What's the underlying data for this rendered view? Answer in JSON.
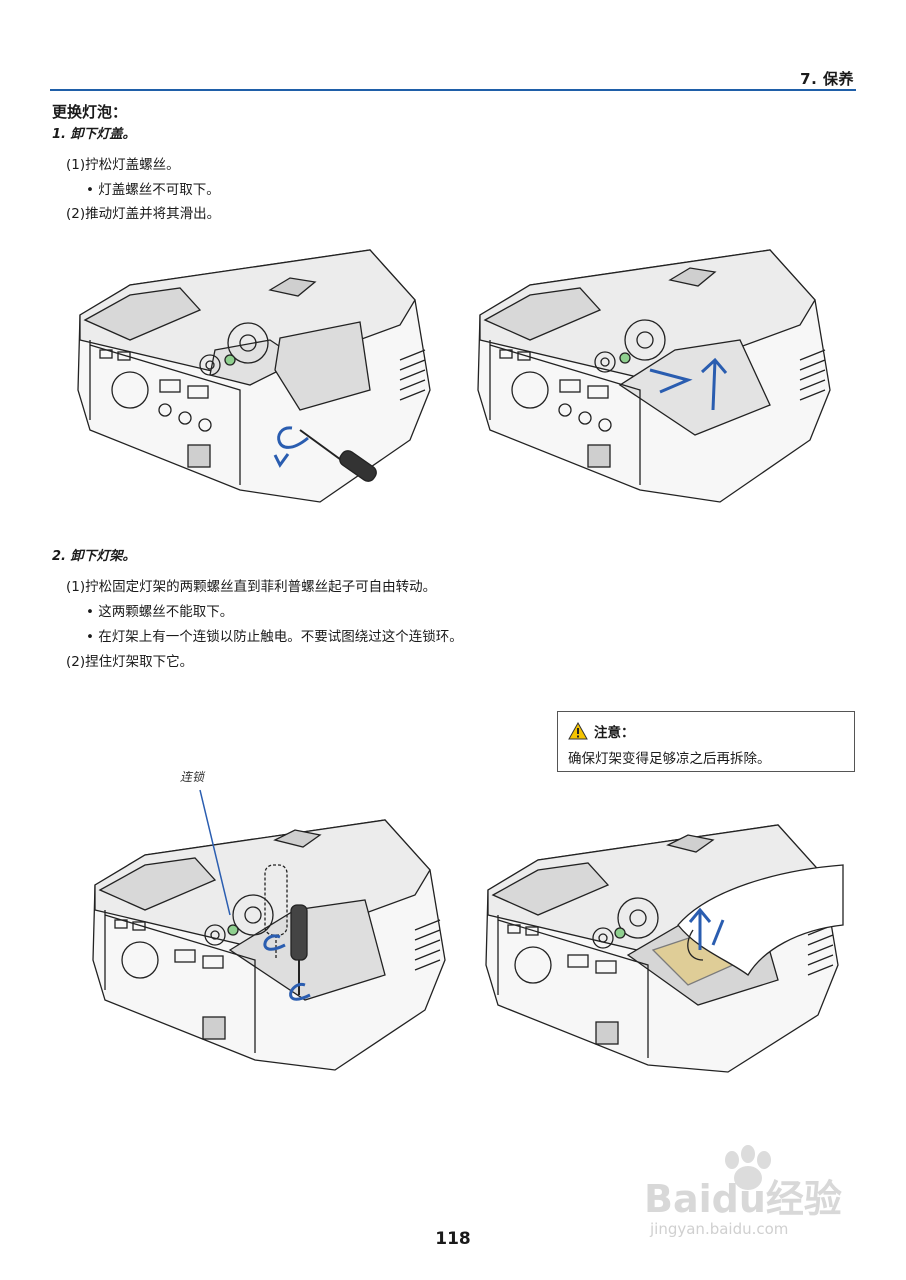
{
  "header": {
    "section": "7. 保养"
  },
  "title": "更换灯泡：",
  "step1": {
    "heading": "1.  卸下灯盖。",
    "lines": [
      "(1)拧松灯盖螺丝。",
      "• 灯盖螺丝不可取下。",
      "(2)推动灯盖并将其滑出。"
    ]
  },
  "step2": {
    "heading": "2.  卸下灯架。",
    "lines": [
      "(1)拧松固定灯架的两颗螺丝直到菲利普螺丝起子可自由转动。",
      "• 这两颗螺丝不能取下。",
      "• 在灯架上有一个连锁以防止触电。不要试图绕过这个连锁环。",
      "(2)捏住灯架取下它。"
    ]
  },
  "figure_callout": "连锁",
  "caution": {
    "heading": "注意：",
    "text": "确保灯架变得足够凉之后再拆除。"
  },
  "page_number": "118",
  "watermark": {
    "logo": "Baidu经验",
    "url": "jingyan.baidu.com"
  },
  "colors": {
    "accent": "#1f5fa8",
    "arrow": "#2a5db0",
    "warning": "#f5c400"
  }
}
